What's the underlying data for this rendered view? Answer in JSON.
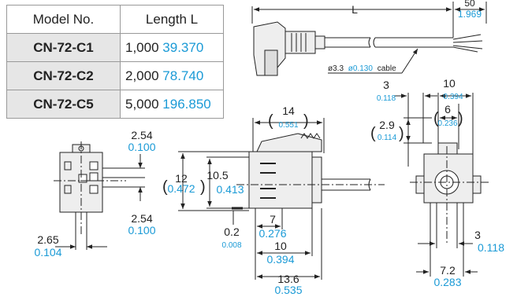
{
  "table": {
    "headers": {
      "model": "Model No.",
      "length": "Length L"
    },
    "rows": [
      {
        "model": "CN-72-C1",
        "mm": "1,000",
        "inch": "39.370"
      },
      {
        "model": "CN-72-C2",
        "mm": "2,000",
        "inch": "78.740"
      },
      {
        "model": "CN-72-C5",
        "mm": "5,000",
        "inch": "196.850"
      }
    ]
  },
  "top_view": {
    "L_label": "L",
    "end_mm": "50",
    "end_in": "1.969",
    "cable_mm": "ø3.3",
    "cable_in": "ø0.130",
    "cable_word": "cable"
  },
  "front_view": {
    "pitch_top_mm": "2.54",
    "pitch_top_in": "0.100",
    "pitch_bot_mm": "2.54",
    "pitch_bot_in": "0.100",
    "pin_mm": "2.65",
    "pin_in": "0.104"
  },
  "side_view": {
    "w14_mm": "14",
    "w14_in": "0.551",
    "h12_mm": "12",
    "h12_in": "0.472",
    "h105_mm": "10.5",
    "h105_in": "0.413",
    "d02_mm": "0.2",
    "d02_in": "0.008",
    "d7_mm": "7",
    "d7_in": "0.276",
    "d10_mm": "10",
    "d10_in": "0.394",
    "d136_mm": "13.6",
    "d136_in": "0.535"
  },
  "end_view": {
    "d3_mm": "3",
    "d3_in": "0.118",
    "d10_mm": "10",
    "d10_in": "0.394",
    "d6_mm": "6",
    "d6_in": "0.236",
    "d29_mm": "2.9",
    "d29_in": "0.114",
    "b3_mm": "3",
    "b3_in": "0.118",
    "d72_mm": "7.2",
    "d72_in": "0.283"
  },
  "colors": {
    "inch": "#1a9ad6",
    "line": "#222222",
    "fill": "#eeeeee"
  }
}
